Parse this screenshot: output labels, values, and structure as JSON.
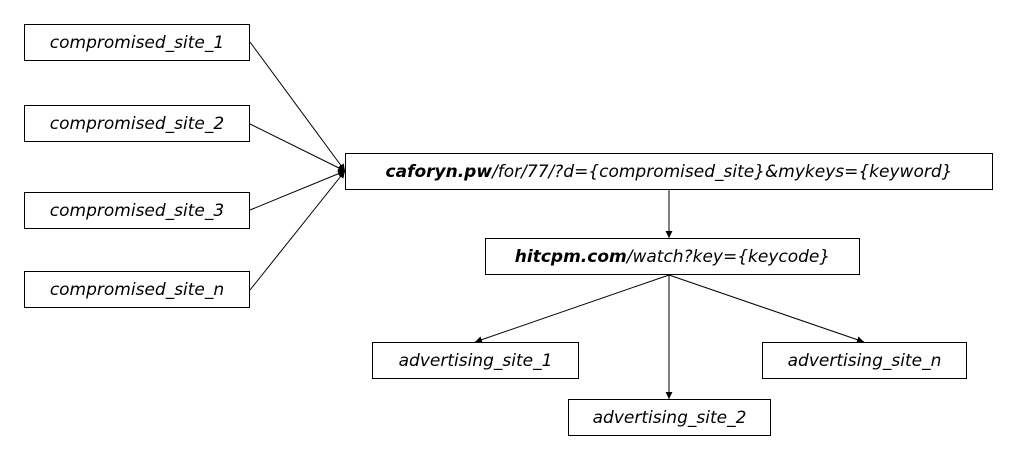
{
  "compromised_sites": [
    {
      "label": "compromised_site_1"
    },
    {
      "label": "compromised_site_2"
    },
    {
      "label": "compromised_site_3"
    },
    {
      "label": "compromised_site_n"
    }
  ],
  "redirector": {
    "host": "caforyn.pw",
    "path": "/for/77/?d={compromised_site}&mykeys={keyword}"
  },
  "ad_network": {
    "host": "hitcpm.com",
    "path": "/watch?key={keycode}"
  },
  "advertising_sites": [
    {
      "label": "advertising_site_1"
    },
    {
      "label": "advertising_site_2"
    },
    {
      "label": "advertising_site_n"
    }
  ]
}
